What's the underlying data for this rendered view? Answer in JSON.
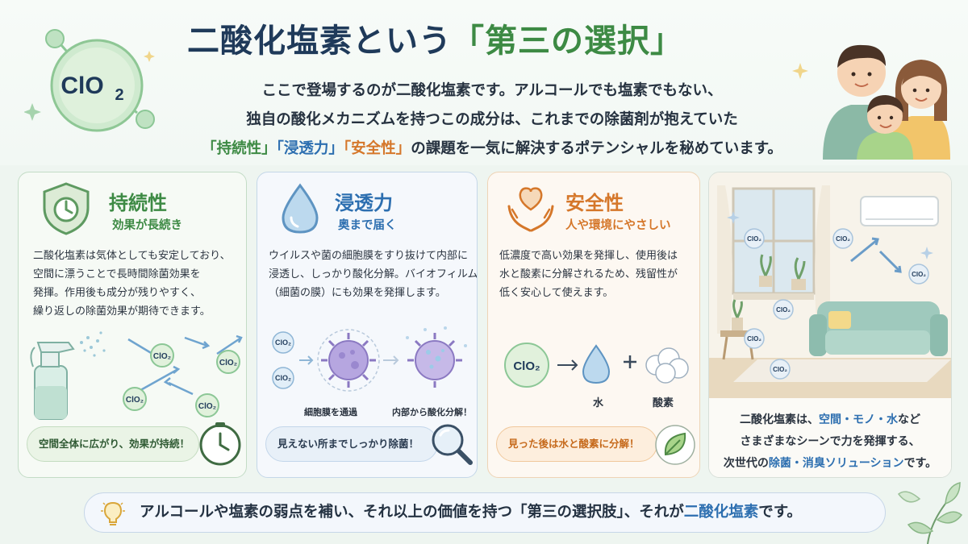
{
  "header": {
    "molecule_label": "ClO",
    "molecule_sub": "2",
    "title_main": "二酸化塩素という",
    "title_highlight": "「第三の選択」",
    "intro_line1": "ここで登場するのが二酸化塩素です。アルコールでも塩素でもない、",
    "intro_line2": "独自の酸化メカニズムを持つこの成分は、これまでの除菌剤が抱えていた",
    "intro_line3_k1": "「持続性」",
    "intro_line3_k2": "「浸透力」",
    "intro_line3_k3": "「安全性」",
    "intro_line3_rest": "の課題を一気に解決するポテンシャルを秘めています。"
  },
  "cards": [
    {
      "title": "持続性",
      "subtitle": "効果が長続き",
      "body": [
        "二酸化塩素は気体としても安定しており、",
        "空間に漂うことで長時間除菌効果を",
        "発揮。作用後も成分が残りやすく、",
        "繰り返しの除菌効果が期待できます。"
      ],
      "callout": "空間全体に広がり、効果が持続！",
      "icon": "shield-clock-icon",
      "callout_icon": "clock-icon"
    },
    {
      "title": "浸透力",
      "subtitle": "奥まで届く",
      "body": [
        "ウイルスや菌の細胞膜をすり抜けて内部に",
        "浸透し、しっかり酸化分解。バイオフィルム",
        "（細菌の膜）にも効果を発揮します。"
      ],
      "label_pass": "細胞膜を通過",
      "label_break": "内部から酸化分解！",
      "callout": "見えない所までしっかり除菌！",
      "icon": "water-drop-icon",
      "callout_icon": "magnifier-icon"
    },
    {
      "title": "安全性",
      "subtitle": "人や環境にやさしい",
      "body": [
        "低濃度で高い効果を発揮し、使用後は",
        "水と酸素に分解されるため、残留性が",
        "低く安心して使えます。"
      ],
      "label_water": "水",
      "label_oxygen": "酸素",
      "callout": "見った後は水と酸素に分解！",
      "icon": "heart-hands-icon",
      "callout_icon": "leaf-icon"
    }
  ],
  "room": {
    "line1_a": "二酸化塩素は、",
    "line1_b": "空間・モノ・水",
    "line1_c": "など",
    "line2": "さまざまなシーンで力を発揮する、",
    "line3_a": "次世代の",
    "line3_b": "除菌・消臭ソリューション",
    "line3_c": "です。"
  },
  "bottom": {
    "text_a": "アルコールや塩素の弱点を補い、それ以上の価値を持つ「第三の選択肢」、それが",
    "text_b": "二酸化塩素",
    "text_c": "です。"
  },
  "colors": {
    "green": "#3d8a44",
    "blue": "#2d6fb0",
    "orange": "#d5772a",
    "navy": "#1f3a5a"
  }
}
